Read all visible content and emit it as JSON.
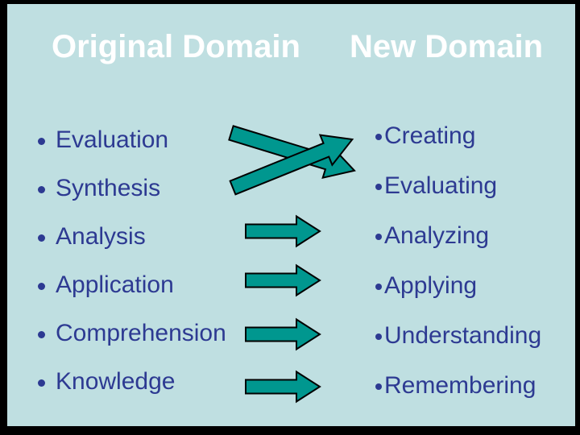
{
  "slide": {
    "title_left": "Original Domain",
    "title_right": "New Domain"
  },
  "original_domain": {
    "items": [
      "Evaluation",
      "Synthesis",
      "Analysis",
      "Application",
      "Comprehension",
      "Knowledge"
    ]
  },
  "new_domain": {
    "items": [
      "Creating",
      "Evaluating",
      "Analyzing",
      "Applying",
      "Understanding",
      "Remembering"
    ]
  },
  "arrows": {
    "cross": [
      {
        "name": "arrow-evaluation-to-evaluating",
        "direction": "down-right"
      },
      {
        "name": "arrow-synthesis-to-creating",
        "direction": "up-right"
      }
    ],
    "straight": [
      {
        "name": "arrow-analysis-to-analyzing"
      },
      {
        "name": "arrow-application-to-applying"
      },
      {
        "name": "arrow-comprehension-to-understanding"
      },
      {
        "name": "arrow-knowledge-to-remembering"
      }
    ]
  },
  "colors": {
    "background": "#bfdfe1",
    "text": "#2d3a92",
    "arrow": "#00978f",
    "title": "#ffffff",
    "border": "#000000"
  }
}
